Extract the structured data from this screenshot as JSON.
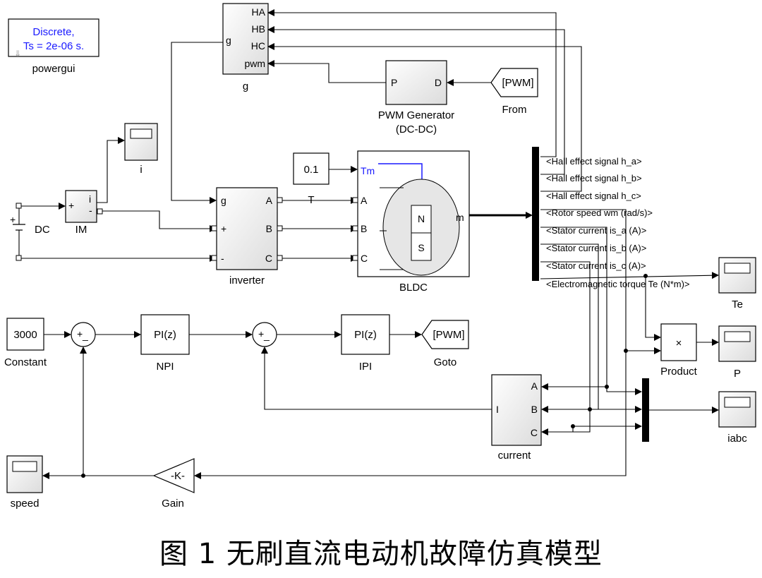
{
  "powergui": {
    "line1": "Discrete,",
    "line2": "Ts = 2e-06 s.",
    "name": "powergui"
  },
  "g_block": {
    "ports_in": [
      "HA",
      "HB",
      "HC",
      "pwm"
    ],
    "port_out": "g",
    "name": "g"
  },
  "pwm_gen": {
    "port_in": "D",
    "port_out": "P",
    "name1": "PWM Generator",
    "name2": "(DC-DC)"
  },
  "from_block": {
    "tag": "[PWM]",
    "name": "From"
  },
  "scope_i": {
    "name": "i"
  },
  "im_block": {
    "plus": "+",
    "minus": "-",
    "out": "i",
    "name": "IM"
  },
  "dc_block": {
    "name": "DC",
    "plus": "+"
  },
  "inverter": {
    "ports_in": [
      "g",
      "+",
      "-"
    ],
    "ports_out": [
      "A",
      "B",
      "C"
    ],
    "name": "inverter"
  },
  "const_T": {
    "value": "0.1",
    "name": "T"
  },
  "bldc": {
    "port_tm": "Tm",
    "ports_in": [
      "A",
      "B",
      "C"
    ],
    "port_out": "m",
    "pole_n": "N",
    "pole_s": "S",
    "name": "BLDC"
  },
  "bus_signals": [
    "<Hall effect signal h_a>",
    "<Hall effect signal h_b>",
    "<Hall effect signal h_c>",
    "<Rotor speed wm (rad/s)>",
    "<Stator current is_a (A)>",
    "<Stator current is_b (A)>",
    "<Stator current is_c (A)>",
    "<Electromagnetic torque Te (N*m)>"
  ],
  "scope_te": {
    "name": "Te"
  },
  "constant": {
    "value": "3000",
    "name": "Constant"
  },
  "sum1": {
    "plus": "+",
    "minus": "_"
  },
  "npi": {
    "text": "PI(z)",
    "name": "NPI"
  },
  "sum2": {
    "plus": "+",
    "minus": "_"
  },
  "ipi": {
    "text": "PI(z)",
    "name": "IPI"
  },
  "goto_block": {
    "tag": "[PWM]",
    "name": "Goto"
  },
  "product": {
    "symbol": "×",
    "name": "Product"
  },
  "scope_p": {
    "name": "P"
  },
  "current_block": {
    "port_out": "I",
    "ports_in": [
      "A",
      "B",
      "C"
    ],
    "name": "current"
  },
  "scope_iabc": {
    "name": "iabc"
  },
  "scope_speed": {
    "name": "speed"
  },
  "gain": {
    "text": "-K-",
    "name": "Gain"
  },
  "caption": "图 1   无刷直流电动机故障仿真模型",
  "colors": {
    "blue_text": "#1a1aff",
    "block_fill": "#ffffff",
    "shade": "#e8e8e8"
  }
}
